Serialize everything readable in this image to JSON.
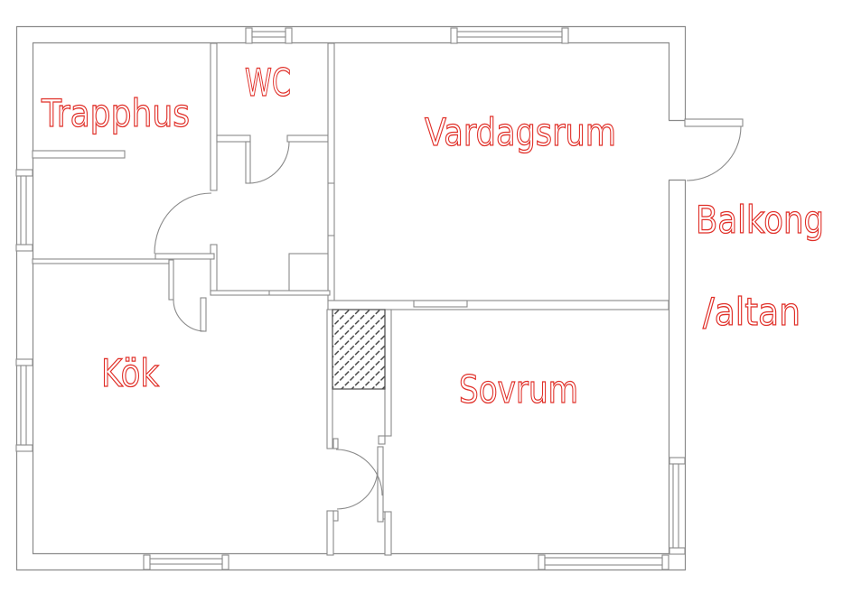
{
  "drawing": {
    "type": "apartment floor plan",
    "rooms": [
      {
        "id": "trapphus",
        "label": "Trapphus"
      },
      {
        "id": "wc",
        "label": "WC"
      },
      {
        "id": "vardagsrum",
        "label": "Vardagsrum"
      },
      {
        "id": "kok",
        "label": "Kök"
      },
      {
        "id": "sovrum",
        "label": "Sovrum"
      },
      {
        "id": "balkong",
        "label": "Balkong",
        "label_line2": "/altan"
      }
    ],
    "colors": {
      "label": "#e02f28",
      "wall": "#8a8a8a",
      "wall_dark": "#4d4d4d",
      "hatch": "#3a3a3a",
      "background": "#ffffff"
    }
  }
}
